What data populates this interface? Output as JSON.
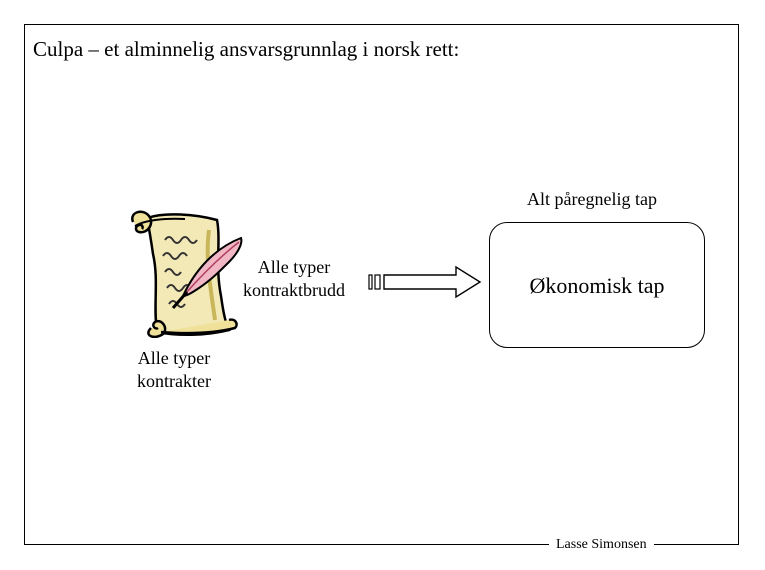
{
  "slide": {
    "title": "Culpa – et alminnelig ansvarsgrunnlag i norsk rett:",
    "footer_author": "Lasse Simonsen"
  },
  "diagram": {
    "contracts_label": "Alle typer kontrakter",
    "breach_label": "Alle typer kontraktbrudd",
    "foreseeable_label": "Alt påregnelig tap",
    "loss_box_text": "Økonomisk tap",
    "scroll_icon": "scroll-with-quill-icon",
    "arrow_icon": "striped-right-arrow-icon"
  }
}
